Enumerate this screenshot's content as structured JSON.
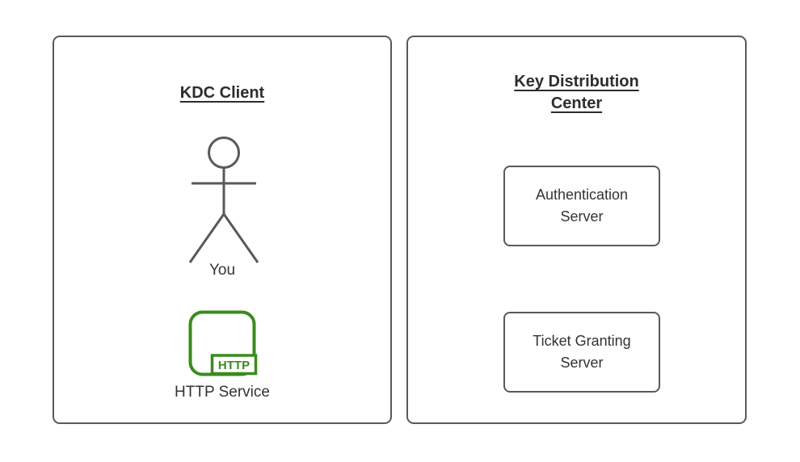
{
  "left_panel": {
    "title": "KDC Client",
    "actor": {
      "icon": "stick-figure-person-icon",
      "label": "You"
    },
    "service": {
      "icon": "http-service-icon",
      "icon_text": "HTTP",
      "label": "HTTP Service"
    }
  },
  "right_panel": {
    "title_lines": [
      "Key Distribution",
      "Center"
    ],
    "boxes": [
      {
        "id": "authentication-server",
        "lines": [
          "Authentication",
          "Server"
        ]
      },
      {
        "id": "ticket-granting-server",
        "lines": [
          "Ticket Granting",
          "Server"
        ]
      }
    ]
  },
  "colors": {
    "shape_border": "#595959",
    "title_text": "#2d2d2d",
    "label_text": "#333333",
    "service_green": "#3a8b1d",
    "background": "#ffffff"
  }
}
